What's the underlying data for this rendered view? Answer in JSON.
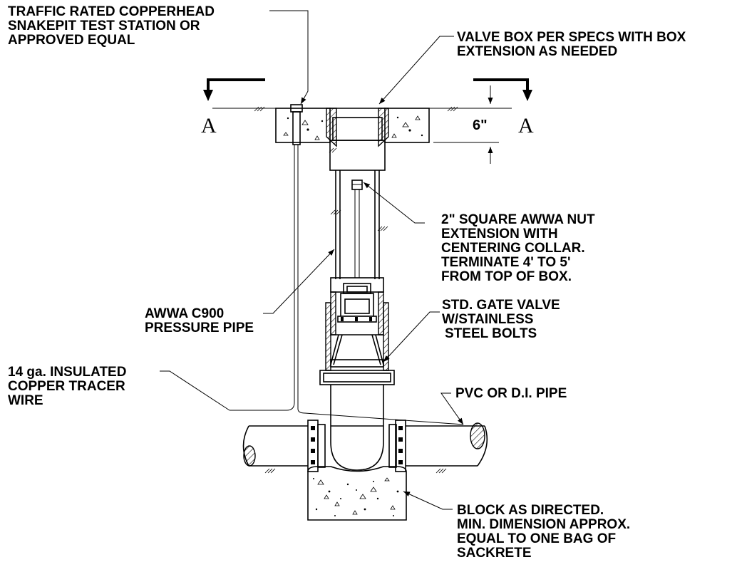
{
  "callouts": {
    "test_station": [
      "TRAFFIC RATED COPPERHEAD",
      "SNAKEPIT TEST STATION OR",
      "APPROVED EQUAL"
    ],
    "valve_box": [
      "VALVE BOX PER SPECS WITH BOX",
      "EXTENSION AS NEEDED"
    ],
    "nut_extension": [
      "2\" SQUARE AWWA NUT",
      "EXTENSION WITH",
      "CENTERING COLLAR.",
      "TERMINATE 4' TO 5'",
      "FROM TOP OF BOX."
    ],
    "gate_valve": [
      "STD. GATE VALVE",
      "W/STAINLESS",
      "STEEL BOLTS"
    ],
    "pressure_pipe": [
      "AWWA C900",
      "PRESSURE PIPE"
    ],
    "tracer_wire": [
      "14 ga. INSULATED",
      "COPPER TRACER",
      "WIRE"
    ],
    "pvc_pipe": [
      "PVC OR D.I. PIPE"
    ],
    "block": [
      "BLOCK AS DIRECTED.",
      "MIN. DIMENSION APPROX.",
      "EQUAL TO ONE BAG OF",
      "SACKRETE"
    ]
  },
  "dimension": {
    "value": "6\""
  },
  "section_marks": {
    "left": "A",
    "right": "A"
  }
}
